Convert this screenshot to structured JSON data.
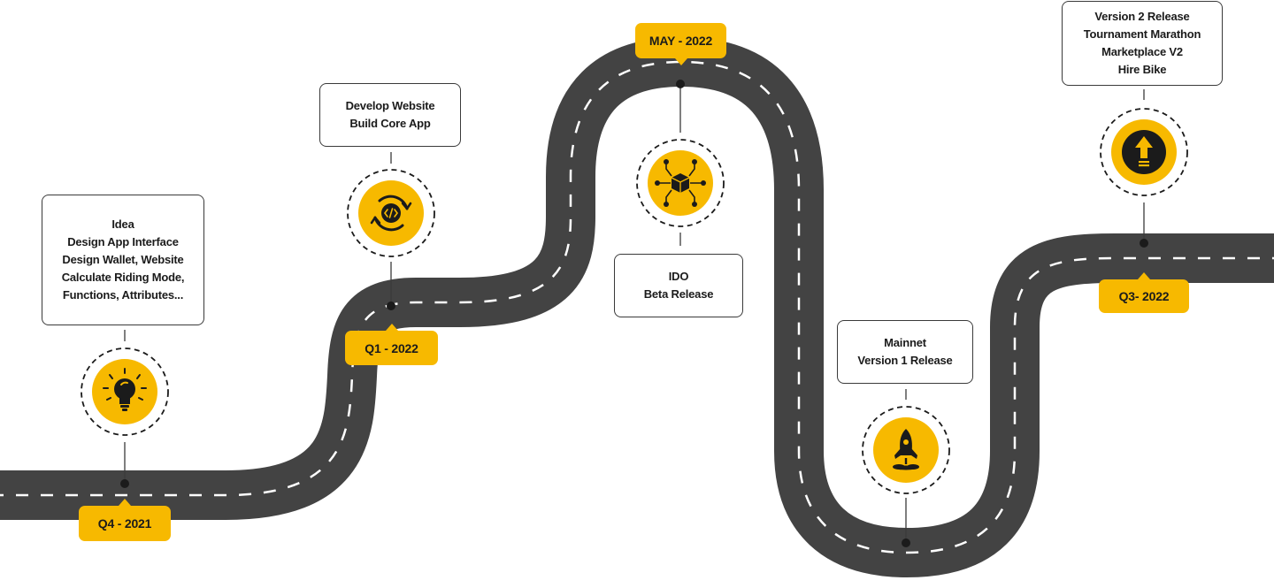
{
  "colors": {
    "road": "#434343",
    "road_dash": "#ffffff",
    "accent": "#f7b900",
    "ink": "#1b1b1b",
    "card_border": "#3a3a3a"
  },
  "milestones": [
    {
      "date": "Q4 - 2021",
      "icon": "lightbulb-icon",
      "lines": [
        "Idea",
        "Design App Interface",
        "Design Wallet, Website",
        "Calculate Riding Mode,",
        "Functions, Attributes..."
      ]
    },
    {
      "date": "Q1 - 2022",
      "icon": "code-sync-icon",
      "lines": [
        "Develop Website",
        "Build Core App"
      ]
    },
    {
      "date": "MAY - 2022",
      "icon": "network-cube-icon",
      "lines": [
        "IDO",
        "Beta Release"
      ]
    },
    {
      "date": "",
      "icon": "rocket-icon",
      "lines": [
        "Mainnet",
        "Version 1 Release"
      ]
    },
    {
      "date": "Q3- 2022",
      "icon": "upgrade-arrow-icon",
      "lines": [
        "Version 2 Release",
        "Tournament Marathon",
        "Marketplace V2",
        "Hire Bike"
      ]
    }
  ]
}
